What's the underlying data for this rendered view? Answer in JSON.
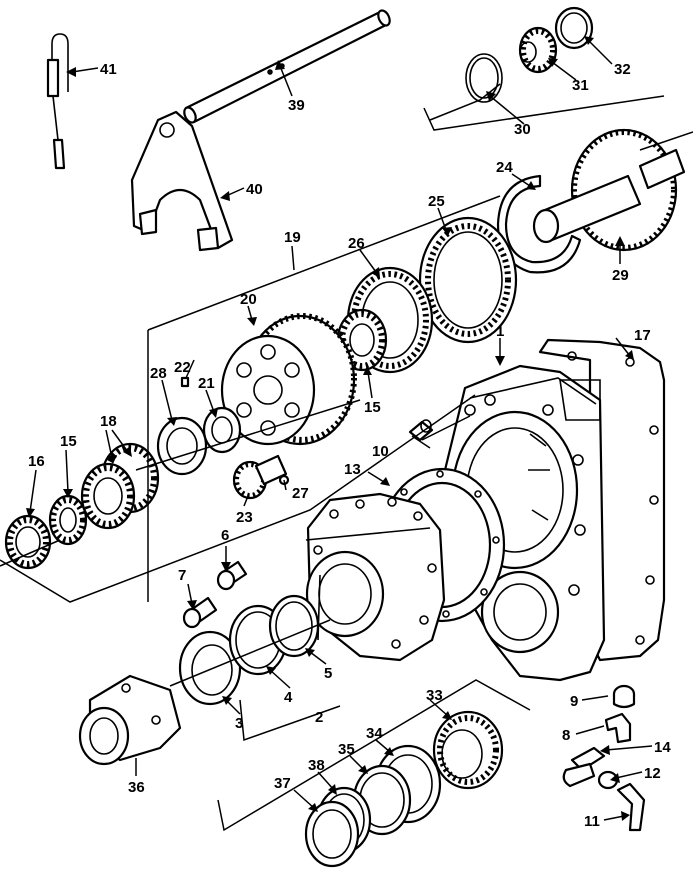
{
  "callouts": {
    "c1": "1",
    "c2": "2",
    "c3": "3",
    "c4": "4",
    "c5": "5",
    "c6": "6",
    "c7": "7",
    "c8": "8",
    "c9": "9",
    "c10": "10",
    "c11": "11",
    "c12": "12",
    "c13": "13",
    "c14": "14",
    "c15a": "15",
    "c15b": "15",
    "c16": "16",
    "c17": "17",
    "c18": "18",
    "c19": "19",
    "c20": "20",
    "c21": "21",
    "c22": "22",
    "c23": "23",
    "c24": "24",
    "c25": "25",
    "c26": "26",
    "c27": "27",
    "c28": "28",
    "c29": "29",
    "c30": "30",
    "c31": "31",
    "c32": "32",
    "c33": "33",
    "c34": "34",
    "c35": "35",
    "c36": "36",
    "c37": "37",
    "c38": "38",
    "c39": "39",
    "c40": "40",
    "c41": "41"
  },
  "colors": {
    "ink": "#000000",
    "paper": "#ffffff"
  }
}
